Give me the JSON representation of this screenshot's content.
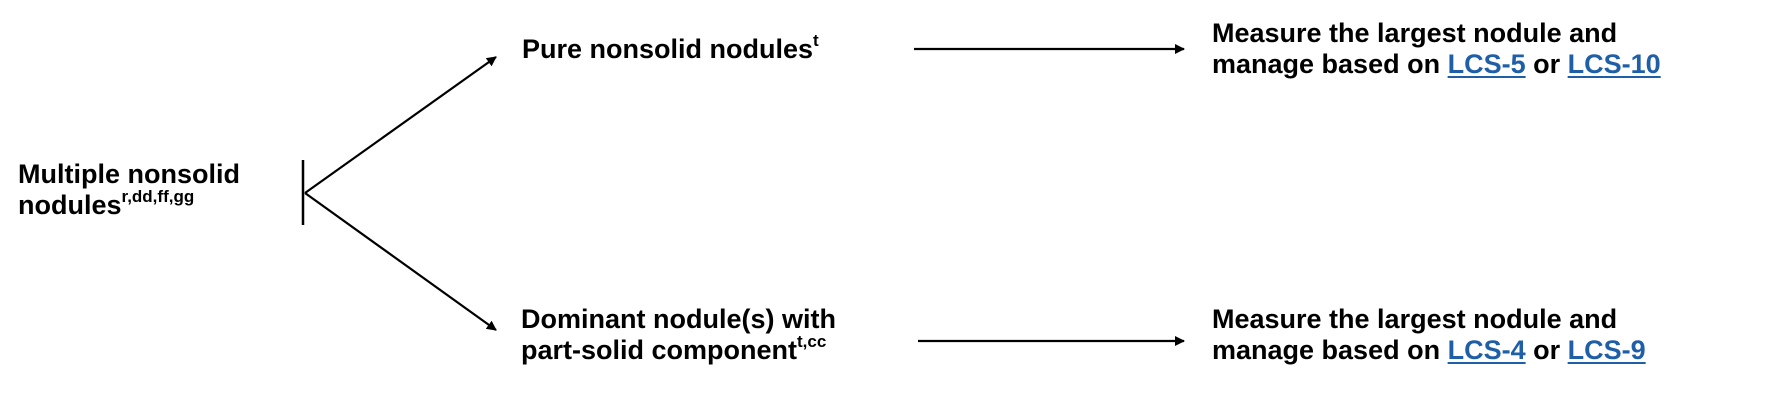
{
  "root": {
    "line1": "Multiple nonsolid",
    "line2": "nodules",
    "sup": "r,dd,ff,gg"
  },
  "branch_top": {
    "label": "Pure nonsolid nodules",
    "sup": "t"
  },
  "branch_bottom": {
    "line1": "Dominant nodule(s) with",
    "line2": "part-solid component",
    "sup": "t,cc"
  },
  "outcome_top": {
    "line1": "Measure the largest nodule and",
    "prefix": "manage based on",
    "link1": "LCS-5",
    "joiner": "or",
    "link2": "LCS-10"
  },
  "outcome_bottom": {
    "line1": "Measure the largest nodule and",
    "prefix": "manage based on",
    "link1": "LCS-4",
    "joiner": "or",
    "link2": "LCS-9"
  },
  "colors": {
    "text": "#000000",
    "link": "#1f5fa8"
  }
}
